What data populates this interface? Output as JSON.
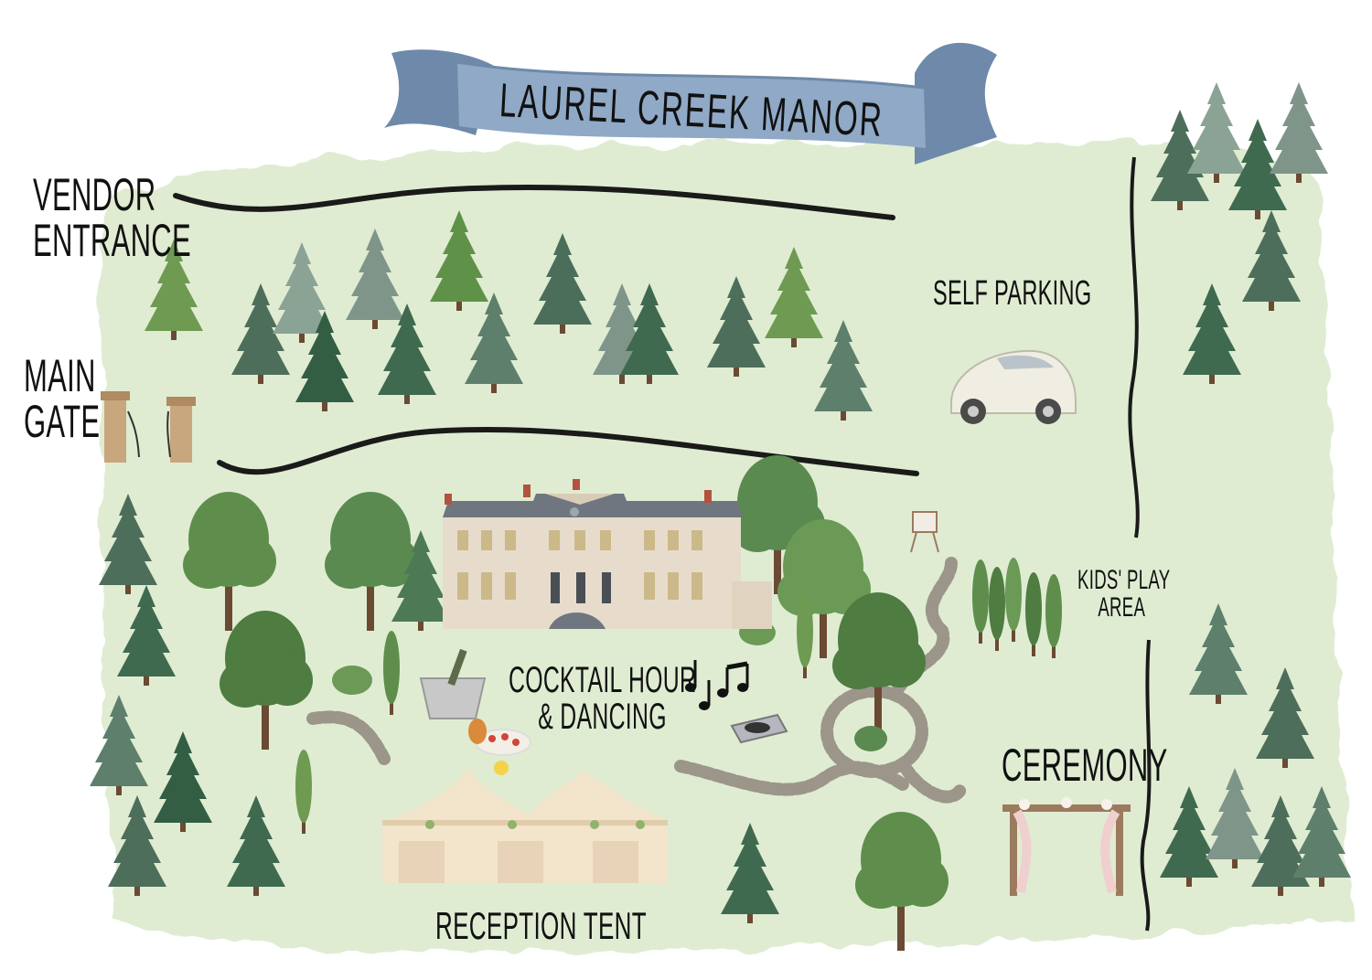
{
  "title": "LAUREL CREEK MANOR",
  "labels": {
    "vendor_entrance": [
      "VENDOR",
      "ENTRANCE"
    ],
    "main_gate": [
      "MAIN",
      "GATE"
    ],
    "self_parking": "SELF PARKING",
    "kids_play_area": [
      "KIDS' PLAY",
      "AREA"
    ],
    "cocktail": [
      "COCKTAIL HOUR",
      "& DANCING"
    ],
    "ceremony": "CEREMONY",
    "reception_tent": "RECEPTION TENT"
  },
  "colors": {
    "lawn": "#dfecd2",
    "banner": "#8fa9c6",
    "banner_dark": "#6e89aa",
    "road": "#1a1a1a",
    "pine_dark": "#3d5e4c",
    "pine_mid": "#557a5f",
    "pine_light": "#7fa062",
    "tree_leaf": "#5f8e4c",
    "trunk": "#6b4a33",
    "path_stone": "#9b958a",
    "manor_wall": "#e7dccb",
    "manor_roof": "#6f7680",
    "tent": "#f3e4cc"
  },
  "icons": {
    "car": "vintage-car-icon",
    "gate": "gate-pillar-icon",
    "music": "music-notes-icon",
    "turntable": "turntable-icon",
    "champagne": "champagne-bucket-icon",
    "appetizers": "appetizer-plate-icon",
    "easel": "welcome-sign-easel-icon",
    "arch": "ceremony-arch-icon"
  }
}
